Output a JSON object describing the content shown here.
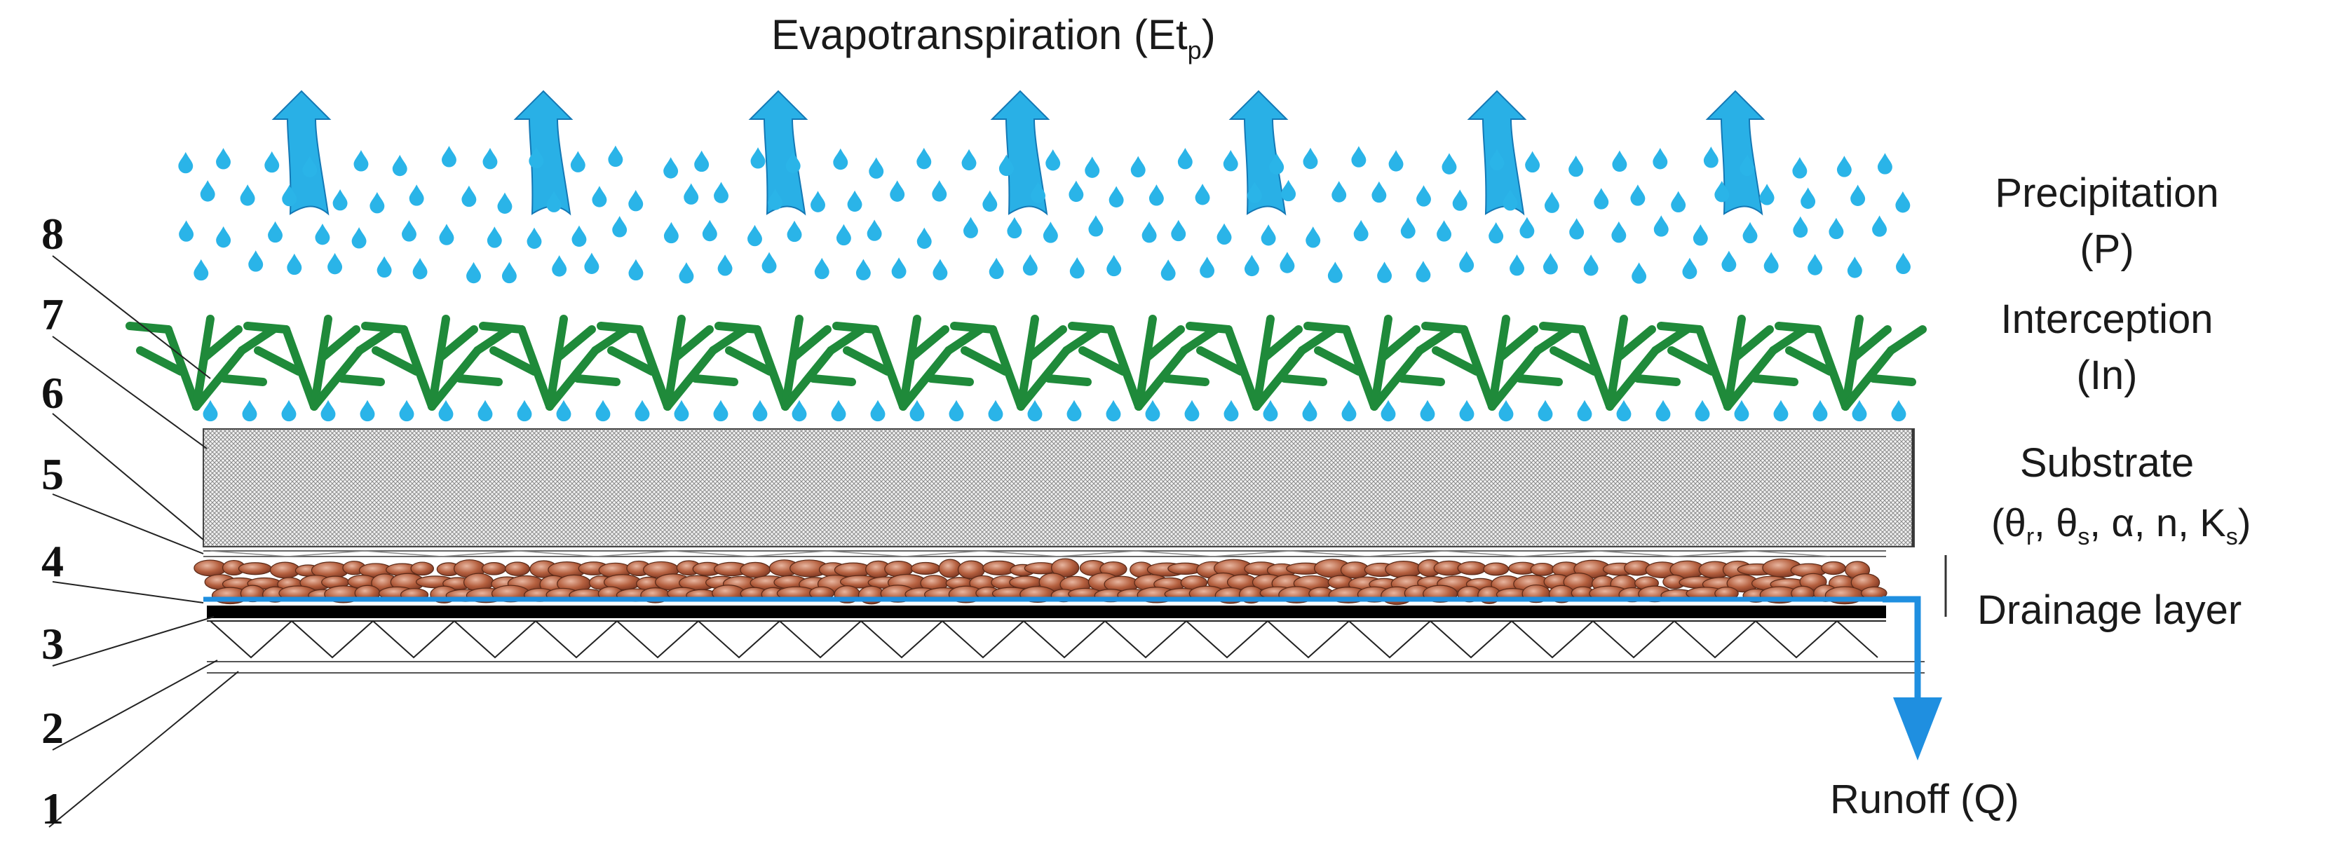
{
  "labels": {
    "evapotranspiration_main": "Evapotranspiration (Et",
    "evapotranspiration_sub": "p",
    "evapotranspiration_close": ")",
    "precipitation_line1": "Precipitation",
    "precipitation_line2": "(P)",
    "interception_line1": "Interception",
    "interception_line2": "(In)",
    "substrate_line1": "Substrate",
    "substrate_theta": "θ",
    "substrate_sub_r": "r",
    "substrate_sub_s": "s",
    "substrate_alpha": "α",
    "substrate_n": "n",
    "substrate_K": "K",
    "drainage": "Drainage layer",
    "runoff": "Runoff (Q)"
  },
  "layer_numbers": [
    "1",
    "2",
    "3",
    "4",
    "5",
    "6",
    "7",
    "8"
  ],
  "colors": {
    "arrow_blue": "#29b0e6",
    "drop_blue": "#2ab4e8",
    "plant_green": "#1f8a3a",
    "gravel_brown": "#a8553a",
    "runoff_blue": "#1f8fe0",
    "membrane": "#000000"
  }
}
